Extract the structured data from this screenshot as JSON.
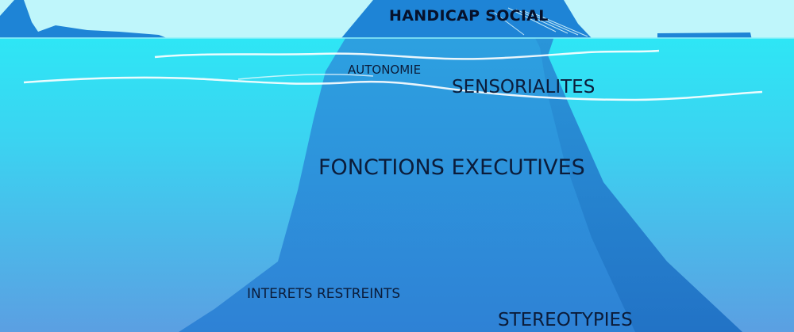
{
  "labels": {
    "handicap_social": "HANDICAP SOCIAL",
    "autonomie": "AUTONOMIE",
    "sensorialites": "SENSORIALITES",
    "fonctions_executives": "FONCTIONS EXECUTIVES",
    "interets_restreints": "INTERETS RESTREINTS",
    "stereotypies": "STEREOTYPIES"
  },
  "colors": {
    "sky": "#bff6fb",
    "water_top": "#2ee6f5",
    "water_bottom": "#5aa3e4",
    "iceberg_tip": "#1e84d6",
    "iceberg_body": "#2a8fdb",
    "iceberg_shade": "#1f79c9",
    "wave": "#ffffff",
    "text": "#0b1c3a"
  }
}
